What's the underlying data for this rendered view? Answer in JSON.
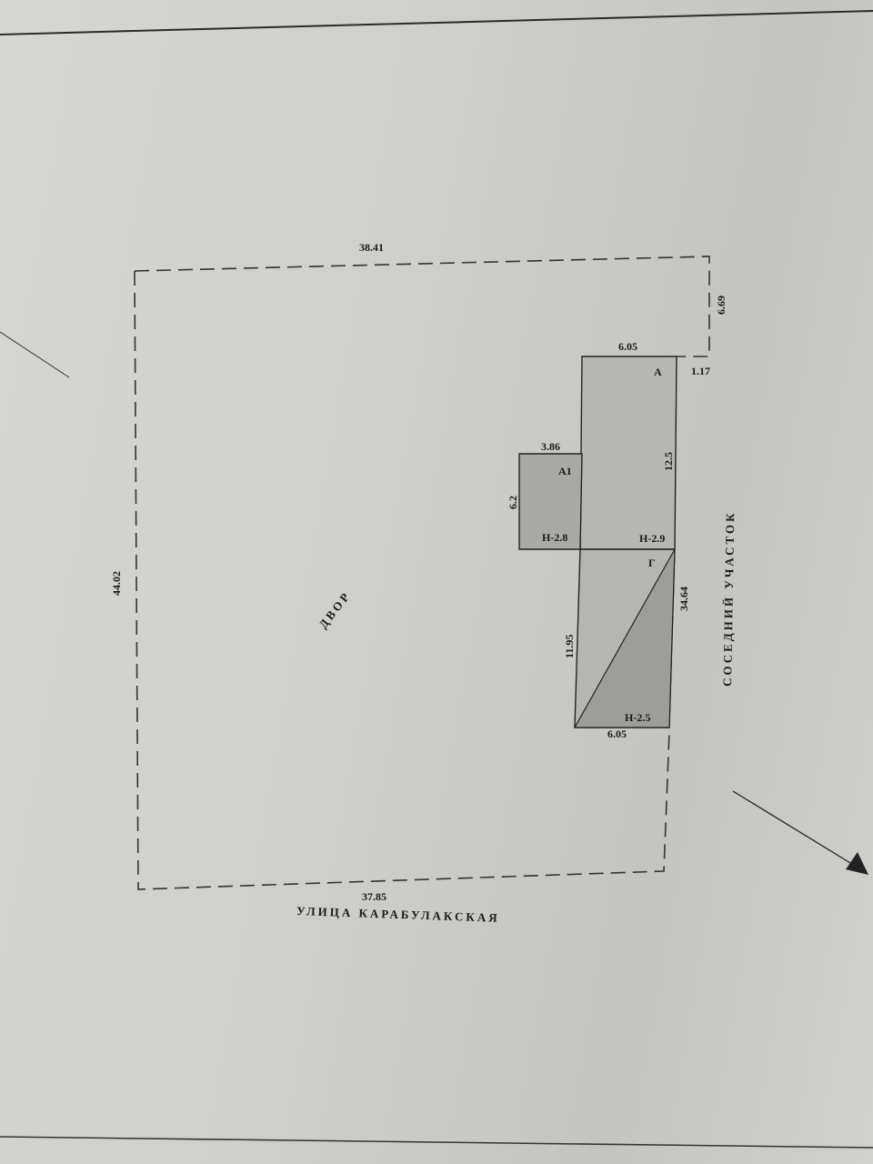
{
  "plan": {
    "dimensions": {
      "top": "38.41",
      "left": "44.02",
      "bottom": "37.85",
      "right_upper": "6.69",
      "right_step": "1.17",
      "right_lower": "34.64",
      "a_top": "6.05",
      "a_right": "12.5",
      "a1_top": "3.86",
      "a1_left": "6.2",
      "g_left": "11.95",
      "g_bottom": "6.05"
    },
    "buildings": {
      "a": "А",
      "a1": "А1",
      "g": "Г"
    },
    "heights": {
      "a1": "Н-2.8",
      "a": "Н-2.9",
      "g": "Н-2.5"
    },
    "labels": {
      "yard": "ДВОР",
      "street": "УЛИЦА КАРАБУЛАКСКАЯ",
      "neighbor": "СОСЕДНИЙ УЧАСТОК"
    }
  }
}
